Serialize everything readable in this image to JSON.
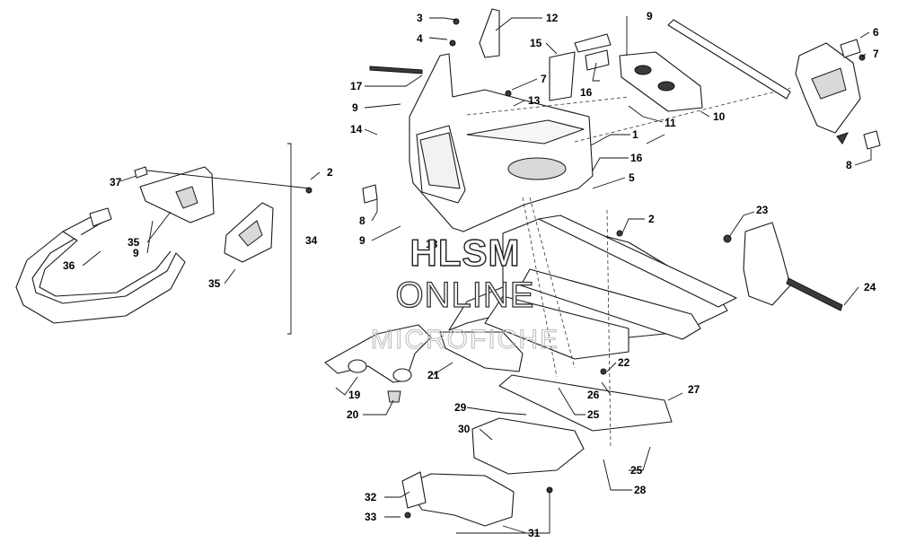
{
  "callouts": {
    "c1": "1",
    "c2a": "2",
    "c2b": "2",
    "c3": "3",
    "c4": "4",
    "c5": "5",
    "c6": "6",
    "c7a": "7",
    "c7b": "7",
    "c8a": "8",
    "c8b": "8",
    "c9a": "9",
    "c9b": "9",
    "c9c": "9",
    "c9d": "9",
    "c10": "10",
    "c11": "11",
    "c12": "12",
    "c13": "13",
    "c14": "14",
    "c15": "15",
    "c16a": "16",
    "c16b": "16",
    "c17": "17",
    "c18": "18",
    "c19": "19",
    "c20": "20",
    "c21": "21",
    "c22": "22",
    "c23": "23",
    "c24": "24",
    "c25a": "25",
    "c25b": "25",
    "c26": "26",
    "c27": "27",
    "c28": "28",
    "c29": "29",
    "c30": "30",
    "c31": "31",
    "c32": "32",
    "c33": "33",
    "c34": "34",
    "c35a": "35",
    "c35b": "35",
    "c36": "36",
    "c37": "37"
  },
  "watermark": {
    "line1": "HLSM",
    "line2": "ONLINE",
    "line3": "MICROFICHE"
  }
}
